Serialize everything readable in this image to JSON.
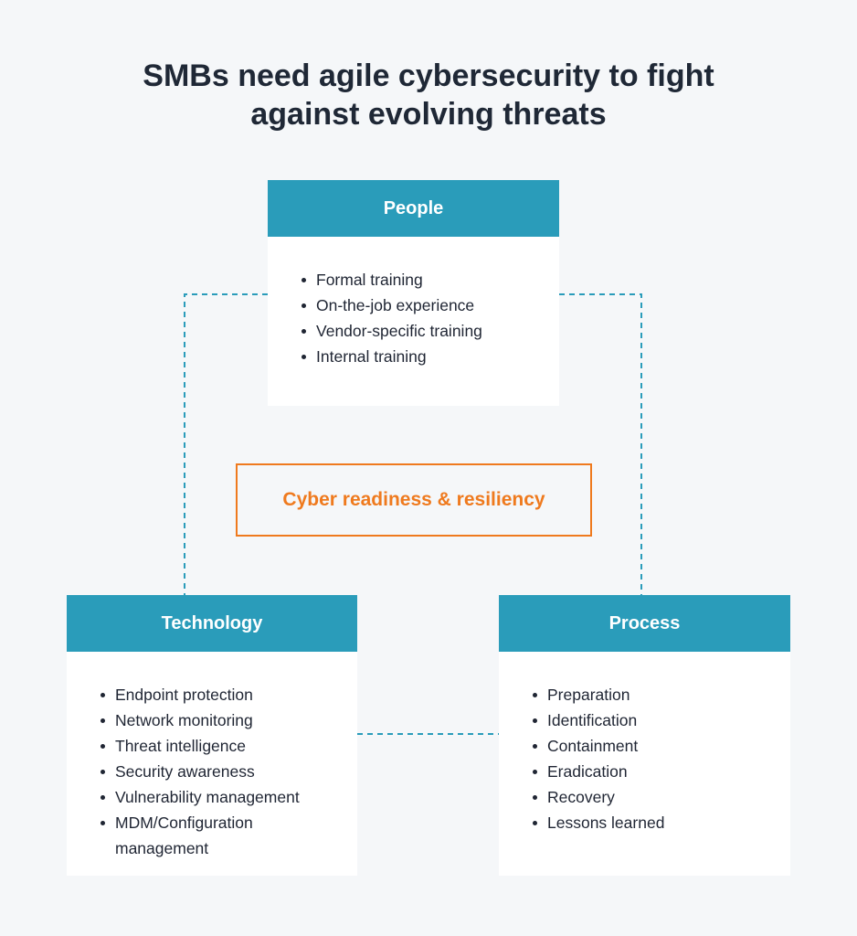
{
  "title": {
    "line1": "SMBs need agile cybersecurity to fight",
    "line2": "against evolving threats"
  },
  "center": {
    "label": "Cyber readiness & resiliency"
  },
  "people": {
    "header": "People",
    "items": [
      "Formal training",
      "On-the-job experience",
      "Vendor-specific training",
      "Internal training"
    ]
  },
  "technology": {
    "header": "Technology",
    "items": [
      "Endpoint protection",
      "Network monitoring",
      "Threat intelligence",
      "Security awareness",
      "Vulnerability management",
      "MDM/Configuration management"
    ]
  },
  "process": {
    "header": "Process",
    "items": [
      "Preparation",
      "Identification",
      "Containment",
      "Eradication",
      "Recovery",
      "Lessons learned"
    ]
  },
  "colors": {
    "header": "#2a9cba",
    "accent": "#ef7a1e",
    "background": "#f5f7f9",
    "connector": "#2a9cba"
  }
}
